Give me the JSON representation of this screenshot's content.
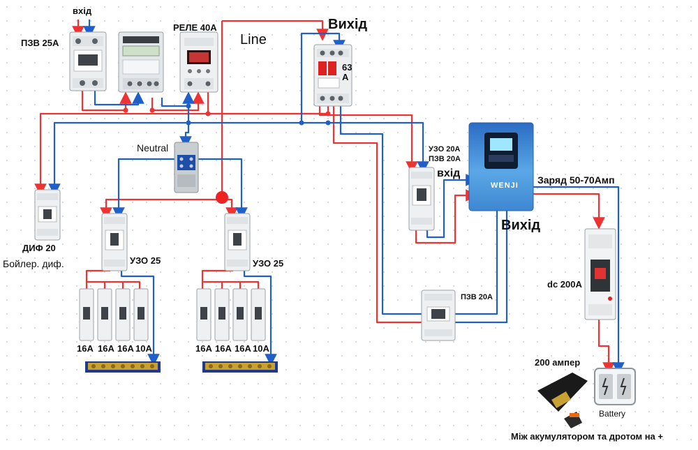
{
  "colors": {
    "line": "#ee3333",
    "neutral": "#1f5fc9",
    "device": "#e6e8ea",
    "inverter": "#5aa2e0"
  },
  "labels": {
    "input_top": "вхід",
    "pzv25": "ПЗВ 25А",
    "relay": "РЕЛЕ 40А",
    "line": "Line",
    "output_top": "Вихід",
    "breaker63": "63 А",
    "neutral": "Neutral",
    "uzo20": "УЗО 20А",
    "pzv20_top": "ПЗВ 20А",
    "inverter_input": "вхід",
    "charge": "Заряд 50-70Амп",
    "inverter_output": "Вихід",
    "inverter_brand": "WENJI",
    "dif20": "ДИФ 20",
    "boiler": "Бойлер. диф.",
    "uzo25_left": "УЗО 25",
    "uzo25_right": "УЗО 25",
    "pzv20_bottom": "ПЗВ 20А",
    "dc200": "dc 200A",
    "fuse200": "200 ампер",
    "battery": "Battery",
    "footnote": "Між акумулятором та дротом на +",
    "group_left": [
      "16A",
      "16A",
      "16A",
      "10A"
    ],
    "group_right": [
      "16A",
      "16A",
      "16A",
      "10A"
    ]
  }
}
